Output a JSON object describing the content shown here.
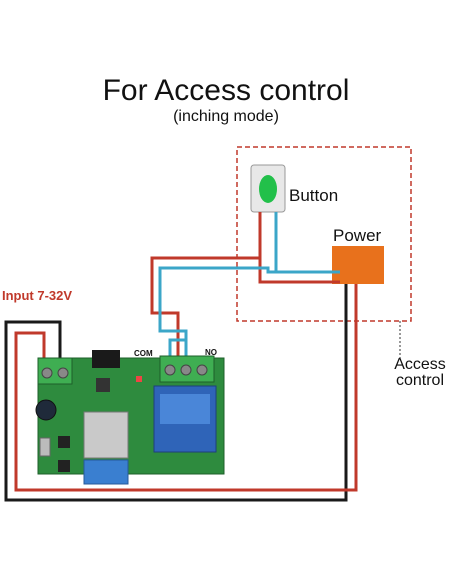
{
  "diagram": {
    "title": "For Access control",
    "subtitle": "(inching mode)",
    "input_label": "Input 7-32V",
    "button_label": "Button",
    "power_label": "Power",
    "access_label_line1": "Access",
    "access_label_line2": "control",
    "com_label": "COM",
    "no_label": "NO"
  },
  "colors": {
    "wire_red": "#c0392b",
    "wire_black": "#1a1a1a",
    "wire_blue": "#3ba6c8",
    "dashed_box": "#c0392b",
    "power_box": "#e8711c",
    "button_green": "#22c04a",
    "board_green": "#2e8b3e",
    "relay_blue": "#2f64b8",
    "esp_blue": "#3a7fd0"
  }
}
